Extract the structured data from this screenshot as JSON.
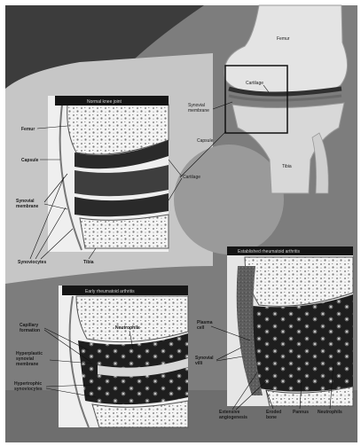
{
  "knee": {
    "femur": "Femur",
    "cartilage": "Cartilage",
    "synovial_membrane": [
      "Synovial",
      "membrane"
    ],
    "capsule": "Capsule",
    "tibia": "Tibia"
  },
  "normal_panel": {
    "title": "Normal knee joint",
    "femur": "Femur",
    "capsule": "Capsule",
    "cartilage": "Cartilage",
    "synovial_membrane": [
      "Synovial",
      "membrane"
    ],
    "synoviocytes": "Synoviocytes",
    "tibia": "Tibia"
  },
  "early_panel": {
    "title": "Early rheumatoid arthritis",
    "capillary": [
      "Capillary",
      "formation"
    ],
    "neutrophils": "Neutrophils",
    "hyperplastic_membrane": [
      "Hyperplastic",
      "synovial",
      "membrane"
    ],
    "hypertrophic_synoviocytes": [
      "Hypertrophic",
      "synoviocytes"
    ]
  },
  "established_panel": {
    "title": "Established rheumatoid arthritis",
    "plasma_cell": [
      "Plasma",
      "cell"
    ],
    "synovial_villi": [
      "Synovial",
      "villi"
    ],
    "extensive_angiogenesis": [
      "Extensive",
      "angiogenesis"
    ],
    "eroded_bone": [
      "Eroded",
      "bone"
    ],
    "pannus": "Pannus",
    "neutrophils": "Neutrophils"
  }
}
